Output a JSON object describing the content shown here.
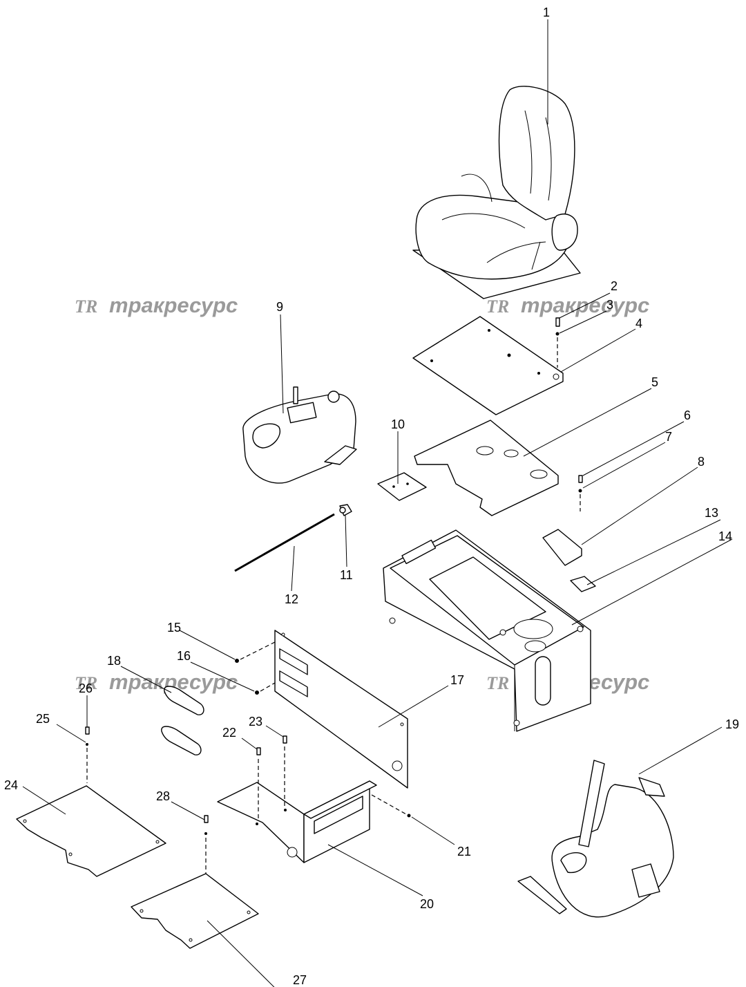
{
  "watermark": {
    "logo": "TR",
    "text": "тракресурс",
    "color": "#9a9a9a"
  },
  "callouts": [
    "1",
    "2",
    "3",
    "4",
    "5",
    "6",
    "7",
    "8",
    "9",
    "10",
    "11",
    "12",
    "13",
    "14",
    "15",
    "16",
    "17",
    "18",
    "19",
    "20",
    "21",
    "22",
    "23",
    "24",
    "25",
    "26",
    "27",
    "28"
  ]
}
